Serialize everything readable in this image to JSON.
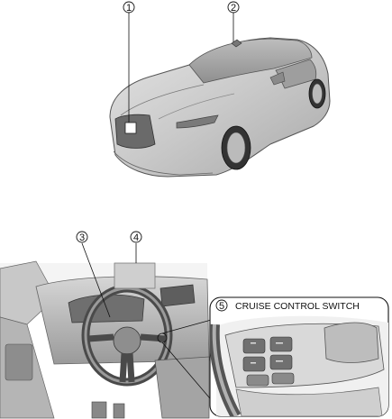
{
  "callouts": {
    "c1": "1",
    "c2": "2",
    "c3": "3",
    "c4": "4",
    "c5": "5"
  },
  "inset": {
    "title": "CRUISE CONTROL SWITCH"
  }
}
